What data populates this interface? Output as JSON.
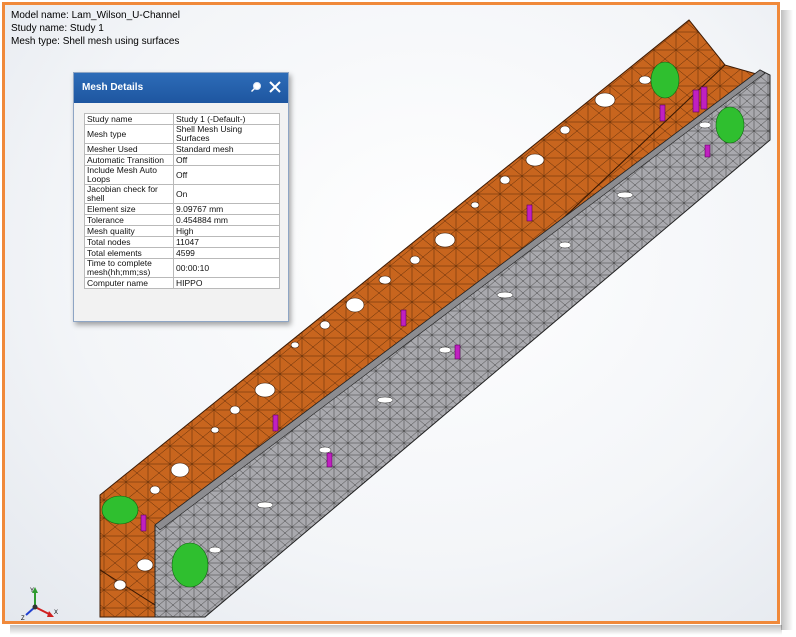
{
  "info": {
    "model_name": "Model name: Lam_Wilson_U-Channel",
    "study_name": "Study name: Study 1",
    "mesh_type": "Mesh type: Shell mesh using surfaces"
  },
  "panel": {
    "title": "Mesh Details",
    "rows": [
      {
        "key": "Study name",
        "value": "Study 1 (-Default-)"
      },
      {
        "key": "Mesh type",
        "value": "Shell Mesh Using Surfaces"
      },
      {
        "key": "Mesher Used",
        "value": "Standard mesh"
      },
      {
        "key": "Automatic Transition",
        "value": "Off"
      },
      {
        "key": "Include Mesh Auto Loops",
        "value": "Off"
      },
      {
        "key": "Jacobian check for shell",
        "value": "On"
      },
      {
        "key": "Element size",
        "value": "9.09767 mm"
      },
      {
        "key": "Tolerance",
        "value": "0.454884 mm"
      },
      {
        "key": "Mesh quality",
        "value": "High"
      },
      {
        "key": "Total nodes",
        "value": "11047"
      },
      {
        "key": "Total elements",
        "value": "4599"
      },
      {
        "key": "Time to complete mesh(hh;mm;ss)",
        "value": "00:00:10"
      },
      {
        "key": "Computer name",
        "value": "HIPPO"
      }
    ]
  },
  "triad": {
    "x_label": "X",
    "y_label": "Y",
    "z_label": "Z"
  },
  "colors": {
    "frame": "#f0893a",
    "mesh_inner": "#c8651e",
    "mesh_outer": "#a9a9ae",
    "fixture": "#2fbf2f",
    "load": "#c020c0",
    "header": "#1e56a0"
  }
}
